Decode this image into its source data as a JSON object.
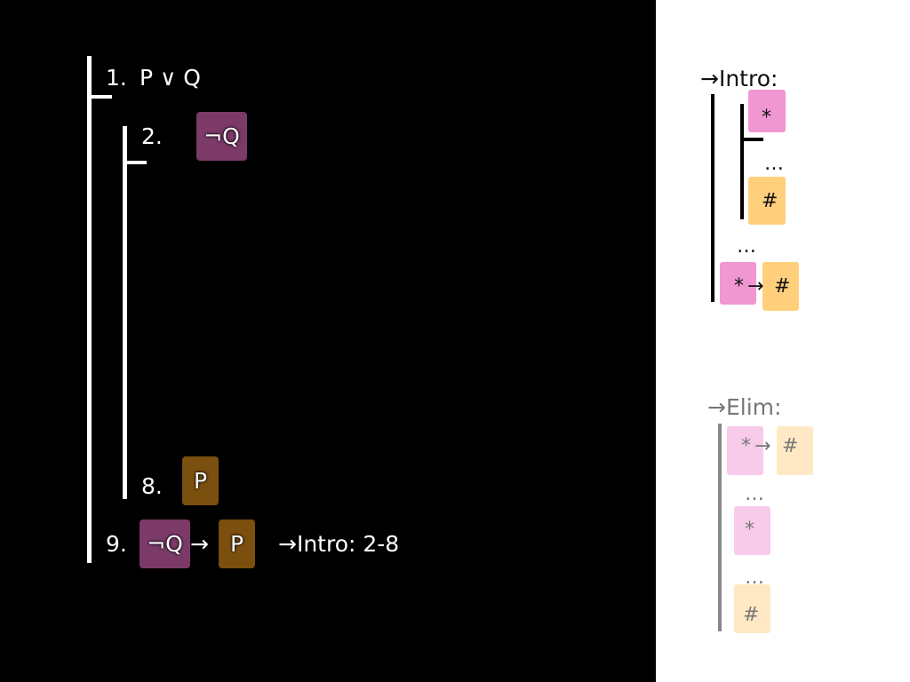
{
  "proof": {
    "line1": {
      "num": "1.",
      "formula": "P ∨ Q"
    },
    "line2": {
      "num": "2.",
      "formula": "¬Q"
    },
    "line8": {
      "num": "8.",
      "formula": "P"
    },
    "line9": {
      "num": "9.",
      "antecedent": "¬Q",
      "arrow": "→",
      "consequent": "P",
      "justification": "→Intro: 2-8"
    }
  },
  "rules": {
    "intro": {
      "title": "→Intro:",
      "assume": "*",
      "dots1": "…",
      "derive": "#",
      "dots2": "…",
      "concl_left": "*",
      "concl_arrow": "→",
      "concl_right": "#"
    },
    "elim": {
      "title": "→Elim:",
      "prem_left": "*",
      "prem_arrow": "→",
      "prem_right": "#",
      "dots1": "…",
      "minor": "*",
      "dots2": "…",
      "concl": "#"
    }
  },
  "colors": {
    "neg_q_box": "#7b3a68",
    "p_box": "#7b4f0e",
    "pink": "#f097d2",
    "orange": "#ffcf7c"
  }
}
